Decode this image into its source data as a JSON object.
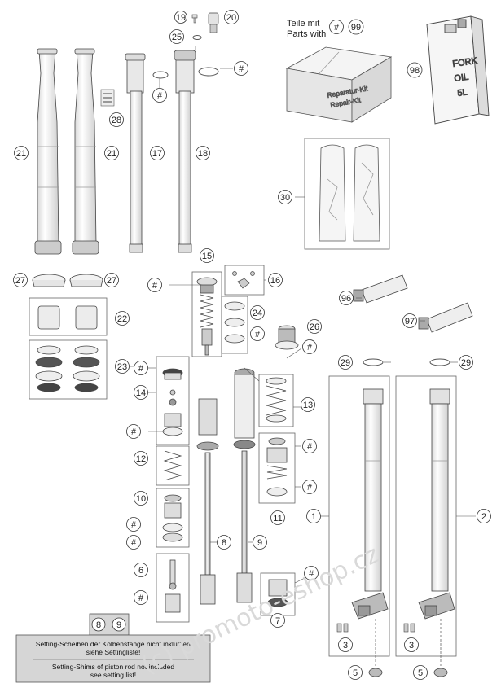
{
  "callouts": {
    "n19": "19",
    "n20": "20",
    "n25": "25",
    "n21a": "21",
    "n21b": "21",
    "n28": "28",
    "n17": "17",
    "n18": "18",
    "n27a": "27",
    "n27b": "27",
    "n22": "22",
    "n23": "23",
    "n15": "15",
    "n16": "16",
    "n24": "24",
    "n26": "26",
    "n14": "14",
    "n13": "13",
    "n12": "12",
    "n10": "10",
    "n11": "11",
    "n6": "6",
    "n8": "8",
    "n9": "9",
    "n7": "7",
    "n30": "30",
    "n98": "98",
    "n99": "99",
    "n96": "96",
    "n97": "97",
    "n29a": "29",
    "n29b": "29",
    "n1": "1",
    "n2": "2",
    "n3a": "3",
    "n3b": "3",
    "n5a": "5",
    "n5b": "5",
    "hash": "#"
  },
  "legend": {
    "line1": "Teile mit",
    "line2": "Parts with"
  },
  "oil_can": {
    "line1": "FORK",
    "line2": "OIL",
    "line3": "5L"
  },
  "repair_kit": {
    "line1": "Reparatur-Kit",
    "line2": "Repair-Kit"
  },
  "note": {
    "ref1": "8",
    "ref2": "9",
    "de_line1": "Setting-Scheiben der Kolbenstange nicht inkludiert",
    "de_line2": "siehe Settingliste!",
    "en_line1": "Setting-Shims of piston rod not included",
    "en_line2": "see setting list!"
  },
  "watermark": "(c) promoto-eshop.cz",
  "colors": {
    "line": "#333333",
    "part_fill": "#f2f2f2",
    "shade": "#cfcfcf",
    "dark": "#666666",
    "watermark": "#d9d9d9"
  }
}
